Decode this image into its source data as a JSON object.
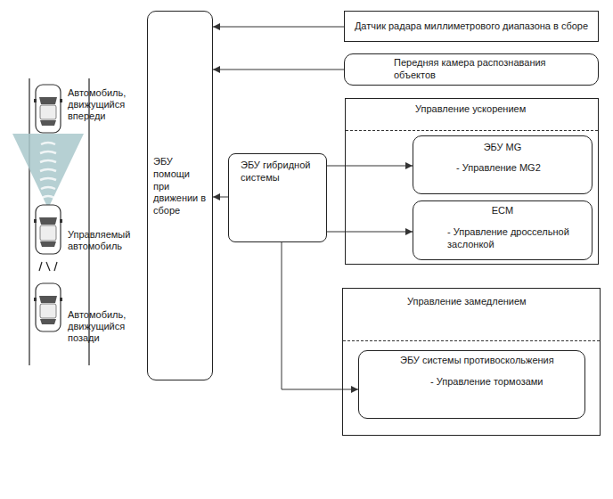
{
  "diagram": {
    "nodes": [
      {
        "text": [
          "ЭБУ помощи при движении в сборе"
        ]
      },
      {
        "text": [
          "Датчик радара миллиметрового диапазона в сборе"
        ]
      },
      {
        "text": [
          "Передняя камера распознавания объектов"
        ]
      },
      {
        "text": [
          "ЭБУ гибридной системы"
        ]
      },
      {
        "text": [
          "Управление ускорением"
        ]
      },
      {
        "text": [
          "ЭБУ MG",
          "- Управление MG2"
        ],
        "in": 4
      },
      {
        "text": [
          "ECM",
          "- Управление дроссельной заслонкой"
        ],
        "in": 4
      },
      {
        "text": [
          "Управление замедлением"
        ]
      },
      {
        "text": [
          "ЭБУ системы противоскольжения",
          "- Управление тормозами"
        ],
        "in": 7
      }
    ],
    "edges": [
      {
        "from": 1,
        "to": 0,
        "arrow": "to"
      },
      {
        "from": 2,
        "to": 0,
        "arrow": "to"
      },
      {
        "from": 3,
        "to": 0,
        "arrow": "to"
      },
      {
        "from": 3,
        "to": 5,
        "arrow": "to"
      },
      {
        "from": 3,
        "to": 6,
        "arrow": "to"
      },
      {
        "from": 3,
        "to": 8,
        "arrow": "to"
      }
    ],
    "labels": [
      "Автомобиль, движущийся впереди",
      "Управляемый автомобиль",
      "Автомобиль, движущийся позади"
    ]
  }
}
